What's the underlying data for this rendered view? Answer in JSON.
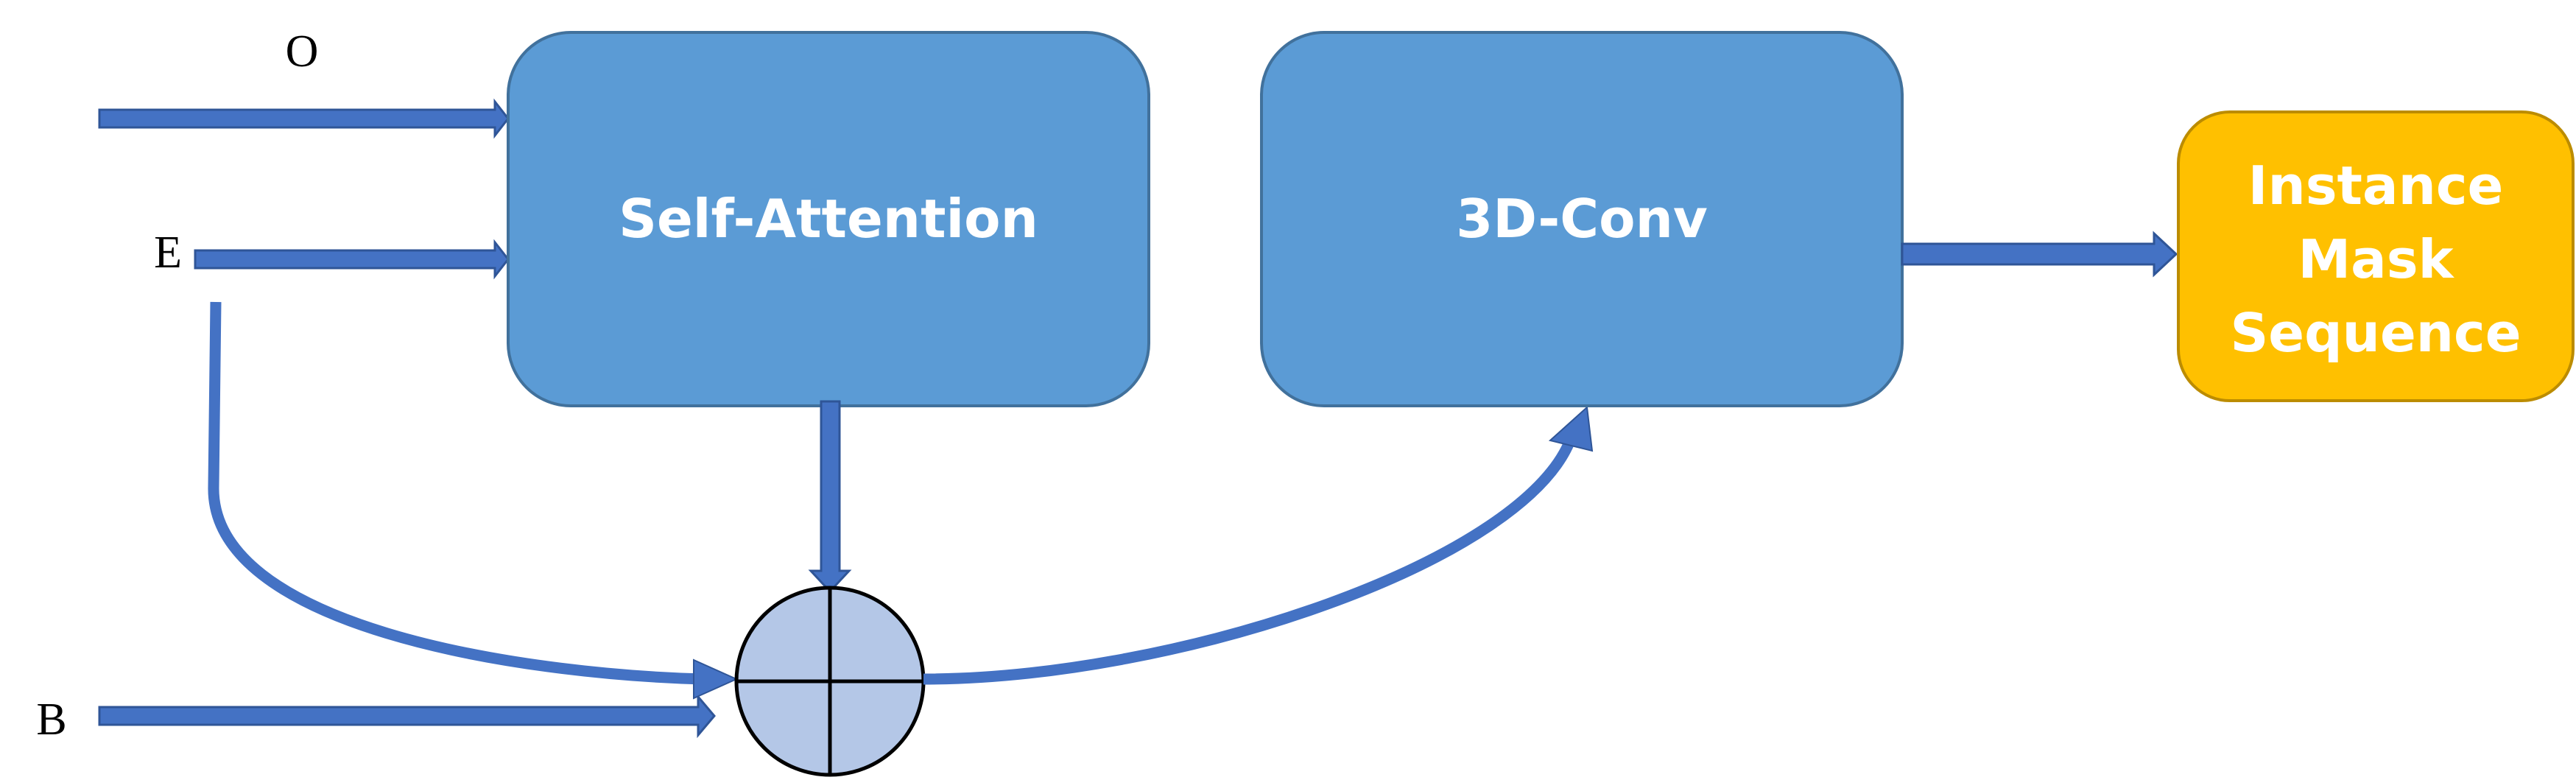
{
  "inputs": {
    "o": "O",
    "e": "E",
    "b": "B"
  },
  "blocks": {
    "self_attention": "Self-Attention",
    "conv3d": "3D-Conv",
    "output_line1": "Instance",
    "output_line2": "Mask",
    "output_line3": "Sequence"
  },
  "operator": {
    "symbol": "plus-circle-icon",
    "meaning": "element-wise addition"
  },
  "colors": {
    "block_fill": "#5B9BD5",
    "block_stroke": "#41719C",
    "output_fill": "#FFC000",
    "output_stroke": "#BC8C00",
    "arrow": "#4472C4",
    "arrow_stroke": "#2F5597",
    "sum_fill": "#B4C7E7"
  }
}
